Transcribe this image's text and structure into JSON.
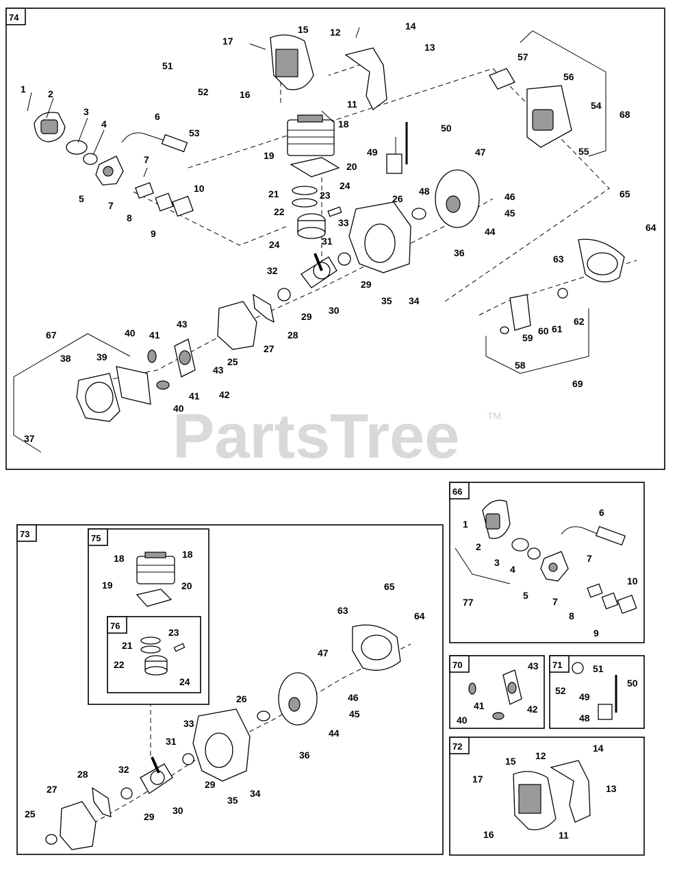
{
  "watermark": {
    "brand": "PartsTree",
    "mark": "TM"
  },
  "boxes": [
    {
      "id": "main",
      "tag": "74"
    },
    {
      "id": "shortblock",
      "tag": "73"
    },
    {
      "id": "cylinder-kit",
      "tag": "75"
    },
    {
      "id": "piston-kit",
      "tag": "76"
    },
    {
      "id": "carb-kit",
      "tag": "66"
    },
    {
      "id": "pawl-kit",
      "tag": "70"
    },
    {
      "id": "coil-kit",
      "tag": "71"
    },
    {
      "id": "muffler-kit",
      "tag": "72"
    }
  ],
  "callouts": {
    "main": [
      "1",
      "2",
      "3",
      "4",
      "5",
      "6",
      "7",
      "7",
      "8",
      "9",
      "10",
      "11",
      "12",
      "13",
      "14",
      "15",
      "16",
      "17",
      "18",
      "19",
      "20",
      "21",
      "22",
      "23",
      "24",
      "24",
      "25",
      "26",
      "27",
      "28",
      "29",
      "29",
      "30",
      "31",
      "32",
      "33",
      "34",
      "35",
      "36",
      "37",
      "38",
      "39",
      "40",
      "40",
      "41",
      "41",
      "42",
      "43",
      "43",
      "44",
      "45",
      "46",
      "47",
      "48",
      "49",
      "50",
      "51",
      "52",
      "53",
      "54",
      "55",
      "56",
      "57",
      "58",
      "59",
      "60",
      "61",
      "62",
      "63",
      "64",
      "65",
      "67",
      "68",
      "69"
    ],
    "shortblock": [
      "25",
      "26",
      "27",
      "28",
      "29",
      "29",
      "30",
      "31",
      "32",
      "33",
      "34",
      "35",
      "36",
      "44",
      "45",
      "46",
      "47",
      "63",
      "64",
      "65"
    ],
    "cylinder_kit": [
      "18",
      "18",
      "19",
      "20"
    ],
    "piston_kit": [
      "21",
      "22",
      "23",
      "24"
    ],
    "carb_kit": [
      "1",
      "2",
      "3",
      "4",
      "5",
      "6",
      "7",
      "7",
      "8",
      "9",
      "10",
      "77"
    ],
    "pawl_kit": [
      "40",
      "41",
      "42",
      "43"
    ],
    "coil_kit": [
      "48",
      "49",
      "50",
      "51",
      "52"
    ],
    "muffler_kit": [
      "11",
      "12",
      "13",
      "14",
      "15",
      "16",
      "17"
    ]
  }
}
